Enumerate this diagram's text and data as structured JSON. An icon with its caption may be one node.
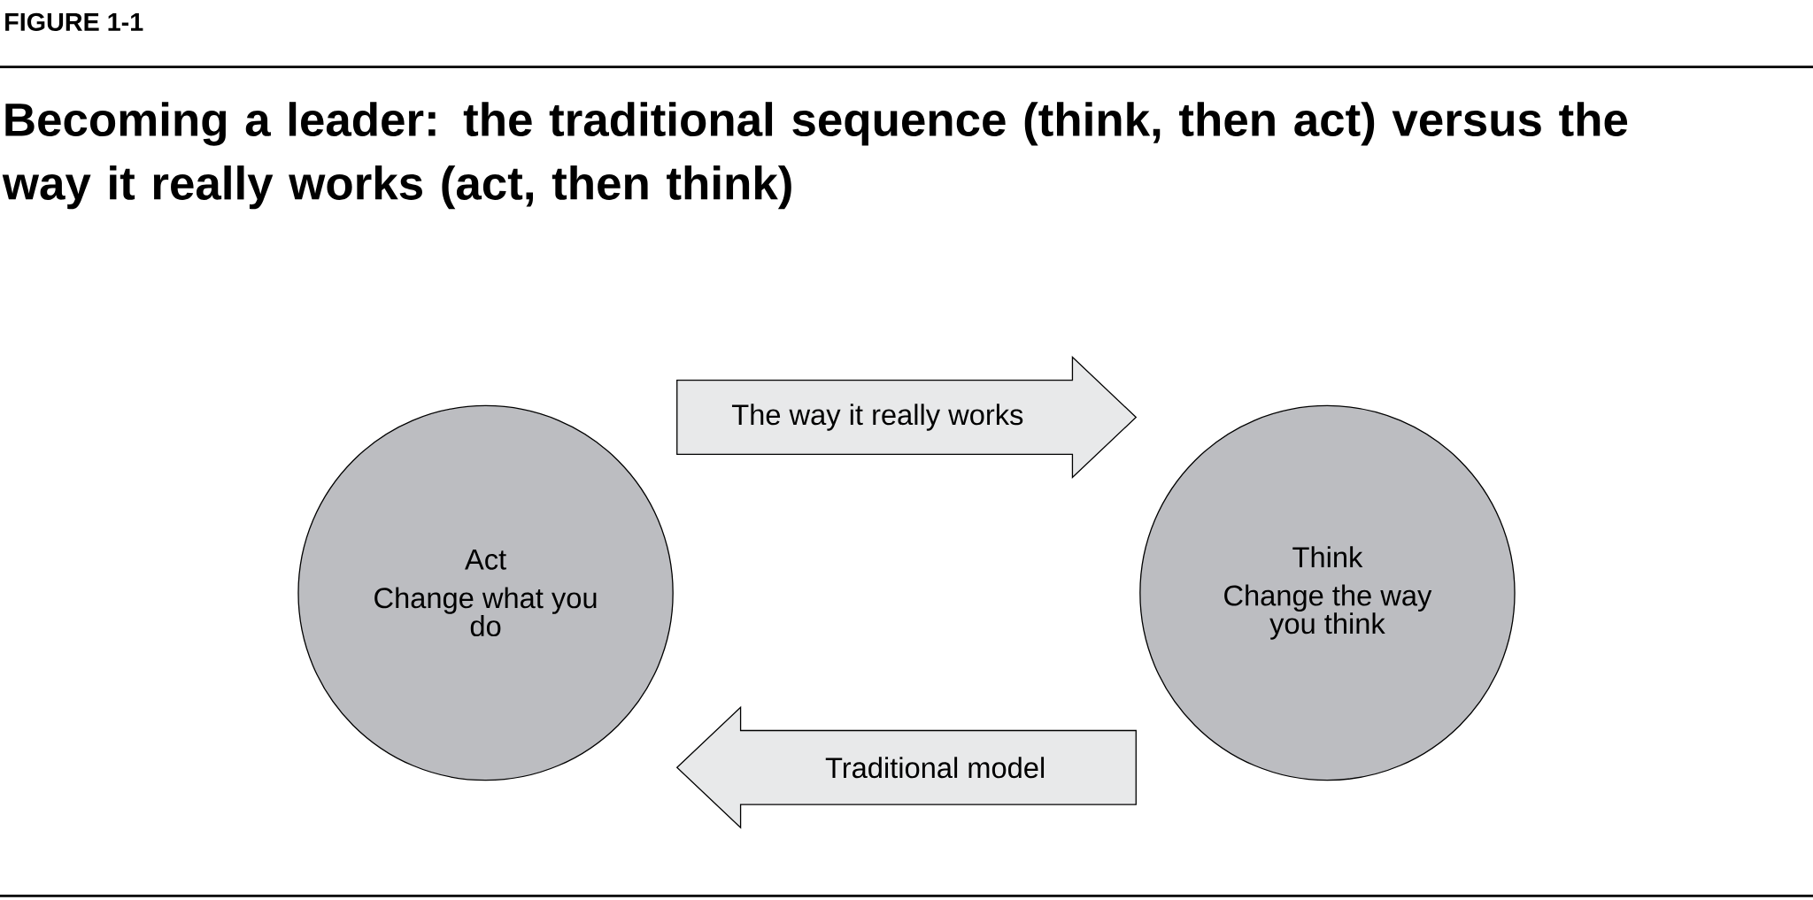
{
  "diagram": {
    "title": "Becoming a leader: the traditional sequence (think, then act) versus the way it really works (act, then think)",
    "nodes": [
      {
        "text": [
          "Act",
          "Change what you do"
        ]
      },
      {
        "text": [
          "Think",
          "Change the way you think"
        ]
      }
    ],
    "edges": [
      {
        "from": 0,
        "to": 1,
        "arrow": "to",
        "label": "The way it really works"
      },
      {
        "from": 1,
        "to": 0,
        "arrow": "to",
        "label": "Traditional model"
      }
    ],
    "labels": [
      "FIGURE 1-1"
    ]
  }
}
